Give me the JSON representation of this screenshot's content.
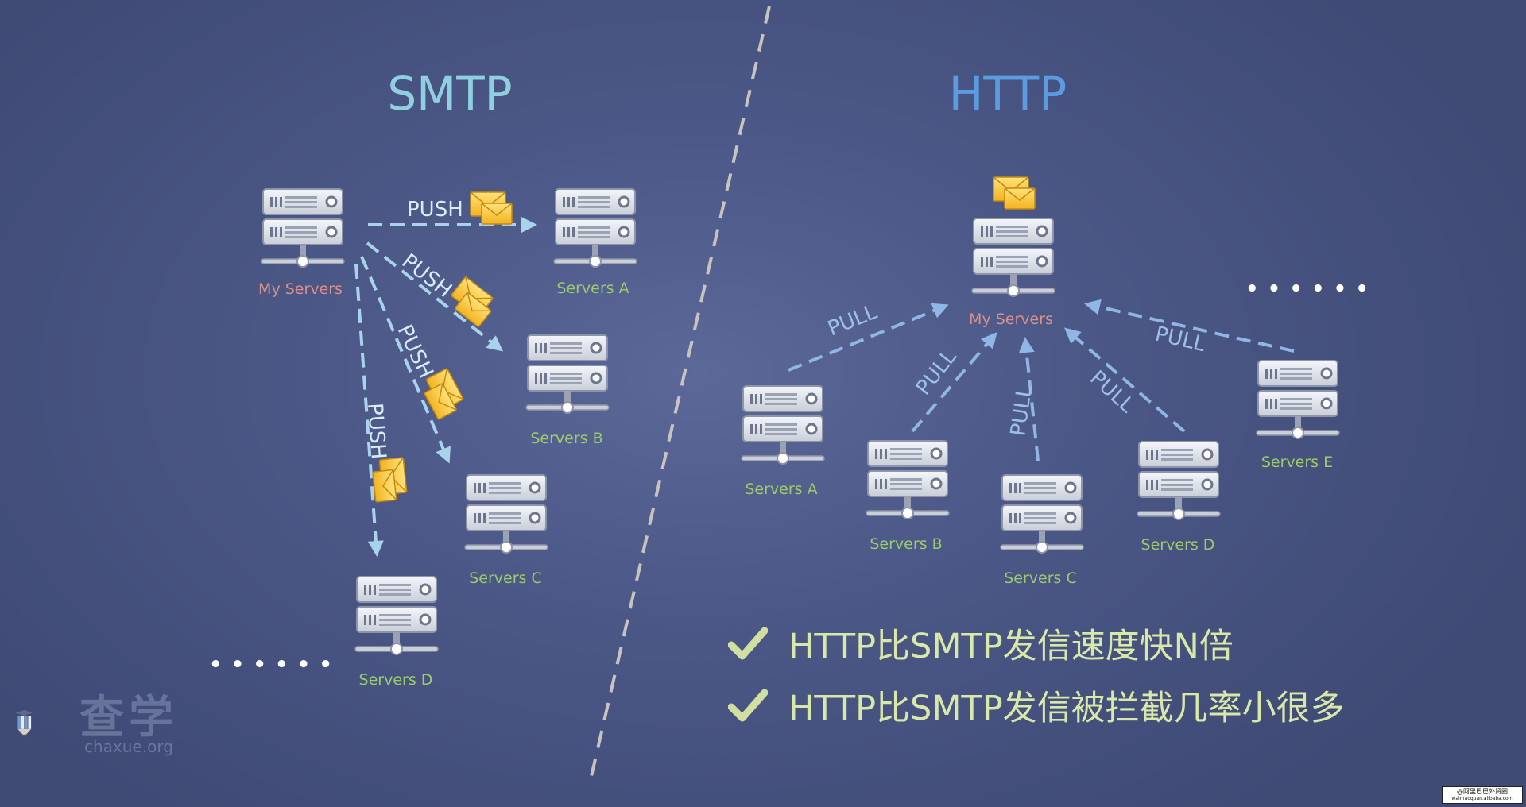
{
  "smtp": {
    "title": "SMTP",
    "source_label": "My Servers",
    "arrow_label": "PUSH",
    "servers": [
      "Servers A",
      "Servers B",
      "Servers C",
      "Servers D"
    ]
  },
  "http": {
    "title": "HTTP",
    "center_label": "My Servers",
    "arrow_label": "PULL",
    "servers": [
      "Servers A",
      "Servers B",
      "Servers C",
      "Servers D",
      "Servers E"
    ]
  },
  "ellipsis": "• • • • • •",
  "benefits": [
    "HTTP比SMTP发信速度快N倍",
    "HTTP比SMTP发信被拦截几率小很多"
  ],
  "logo": {
    "name": "查学",
    "url": "chaxue.org"
  },
  "watermark": {
    "line1": "@阿里巴巴外贸圈",
    "line2": "waimaoquan.alibaba.com"
  },
  "colors": {
    "smtp_title": "#8fcfe0",
    "http_title": "#5b9bdf",
    "server_label": "#9ccc6a",
    "my_server_label": "#d9908a",
    "arrow": "#a9d3ea",
    "http_arrow_label": "#9cc0e6",
    "divider": "#c9c3c0",
    "bullet_text": "#d8e8a8",
    "check": "#cfe0a0"
  }
}
